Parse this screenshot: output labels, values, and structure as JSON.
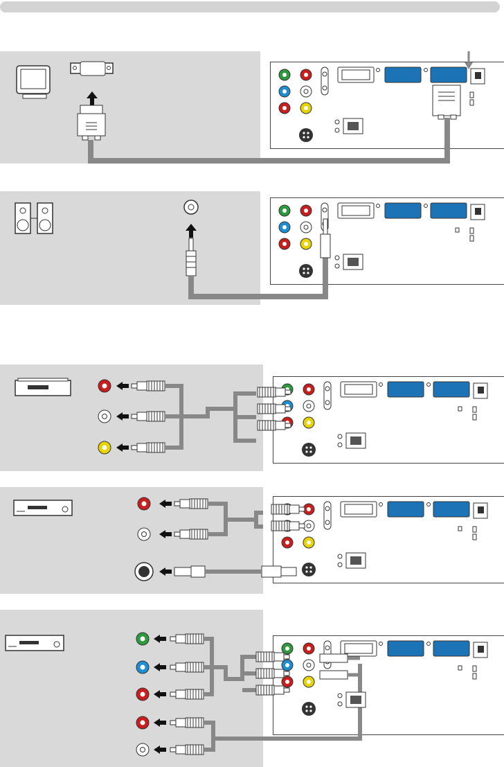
{
  "header": {
    "bar": ""
  },
  "reference_icon": "",
  "colors": {
    "panel": "#d9d9d9",
    "cable": "#888888",
    "jack_red": "#c81e1e",
    "jack_white": "#ffffff",
    "jack_yellow": "#e8d400",
    "jack_green": "#2e9a3e",
    "jack_blue": "#1d8fd0",
    "vga_blue": "#1c73b5"
  },
  "sections": [
    {
      "id": "computer-rgb",
      "devices": [
        "monitor-icon",
        "vga-port-icon"
      ],
      "cable": "vga-cable"
    },
    {
      "id": "audio-out",
      "devices": [
        "speakers-icon",
        "audio-jack-icon"
      ],
      "cable": "stereo-mini-cable"
    },
    {
      "id": "vcr-video",
      "devices": [
        "vcr-icon",
        "rca-red",
        "rca-white",
        "rca-yellow"
      ],
      "cable": "rca-cable"
    },
    {
      "id": "dvd-svideo",
      "devices": [
        "dvd-player-icon",
        "rca-red",
        "rca-white",
        "s-video-jack"
      ],
      "cable": "s-video-cable"
    },
    {
      "id": "dvd-component",
      "devices": [
        "dvd-player-icon",
        "rca-green",
        "rca-blue",
        "rca-red",
        "rca-red",
        "rca-white"
      ],
      "cable": "component-cable"
    }
  ]
}
